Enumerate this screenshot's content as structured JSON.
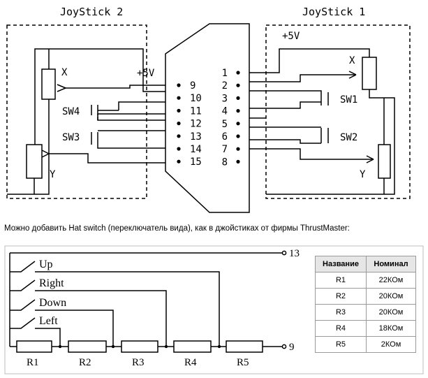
{
  "joystick2": {
    "title": "JoyStick 2",
    "pot_x": "X",
    "pot_y": "Y",
    "sw4": "SW4",
    "sw3": "SW3",
    "supply": "+5V"
  },
  "joystick1": {
    "title": "JoyStick 1",
    "pot_x": "X",
    "pot_y": "Y",
    "sw1": "SW1",
    "sw2": "SW2",
    "supply": "+5V"
  },
  "connector": {
    "top_row": [
      "1",
      "2",
      "3",
      "4",
      "5",
      "6",
      "7",
      "8"
    ],
    "bottom_row": [
      "9",
      "10",
      "11",
      "12",
      "13",
      "14",
      "15"
    ]
  },
  "caption": "Можно добавить Hat switch (переключатель вида), как в джойстиках от фирмы ThrustMaster:",
  "hat": {
    "buttons": [
      "Up",
      "Right",
      "Down",
      "Left"
    ],
    "resistors": [
      "R1",
      "R2",
      "R3",
      "R4",
      "R5"
    ],
    "pin_top": "13",
    "pin_bottom": "9"
  },
  "table": {
    "headers": [
      "Название",
      "Номинал"
    ],
    "rows": [
      [
        "R1",
        "22КОм"
      ],
      [
        "R2",
        "20КОм"
      ],
      [
        "R3",
        "20КОм"
      ],
      [
        "R4",
        "18КОм"
      ],
      [
        "R5",
        "2КОм"
      ]
    ]
  }
}
